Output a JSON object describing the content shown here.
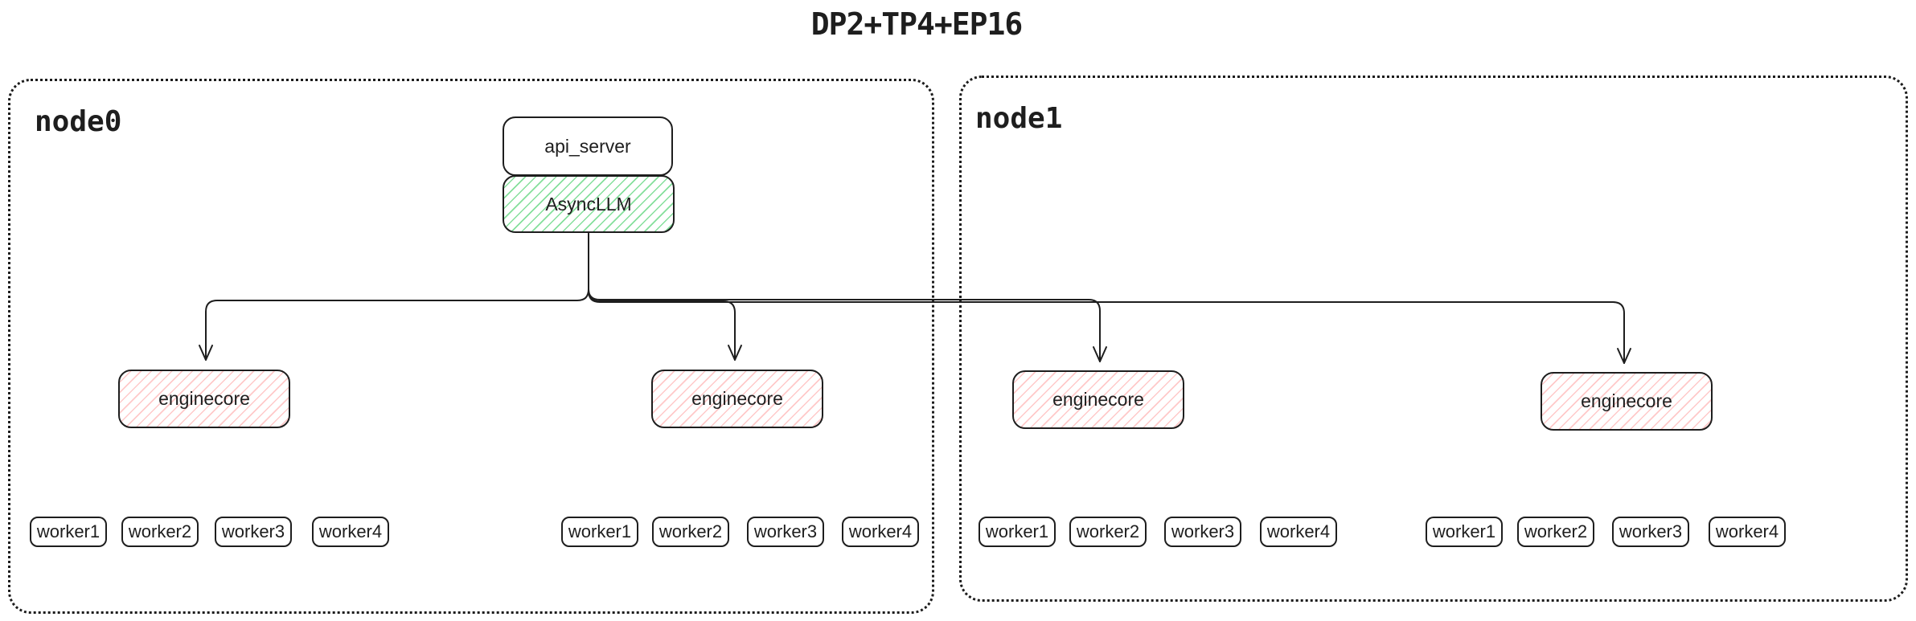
{
  "title": "DP2+TP4+EP16",
  "colors": {
    "stroke": "#1e1e1e",
    "container_border": "#1c1c1c",
    "green_hachure": "#84df9b",
    "red_hachure": "#ffc9c9",
    "canvas_background": "#ffffff"
  },
  "nodes": [
    {
      "label": "node0"
    },
    {
      "label": "node1"
    }
  ],
  "api_server": {
    "label": "api_server"
  },
  "async_llm": {
    "label": "AsyncLLM"
  },
  "enginecores": [
    {
      "label": "enginecore"
    },
    {
      "label": "enginecore"
    },
    {
      "label": "enginecore"
    },
    {
      "label": "enginecore"
    }
  ],
  "worker_groups": [
    [
      "worker1",
      "worker2",
      "worker3",
      "worker4"
    ],
    [
      "worker1",
      "worker2",
      "worker3",
      "worker4"
    ],
    [
      "worker1",
      "worker2",
      "worker3",
      "worker4"
    ],
    [
      "worker1",
      "worker2",
      "worker3",
      "worker4"
    ]
  ]
}
